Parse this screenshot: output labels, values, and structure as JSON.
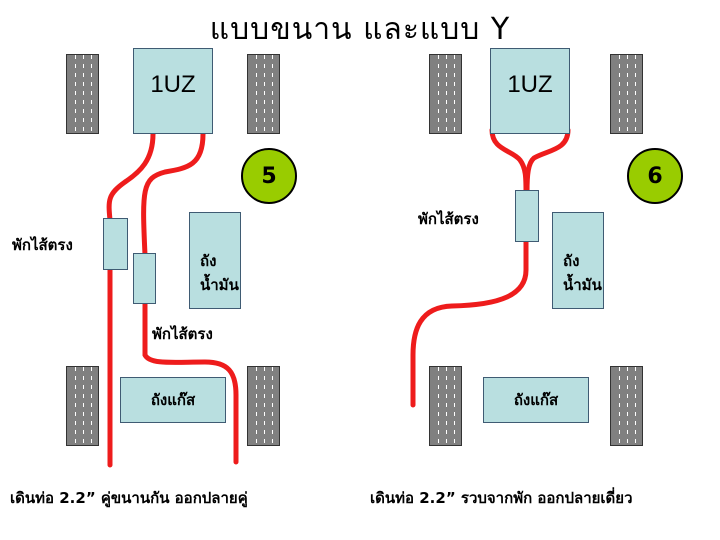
{
  "title": "แบบขนาน และแบบ Y",
  "left": {
    "engine_label": "1UZ",
    "badge": "5",
    "muffler_label_1": "พักไส้ตรง",
    "muffler_label_2": "พักไส้ตรง",
    "fuel_tank_label": "ถังน้ำมัน",
    "gas_tank_label": "ถังแก๊ส",
    "caption": "เดินท่อ 2.2” คู่ขนานกัน ออกปลายคู่"
  },
  "right": {
    "engine_label": "1UZ",
    "badge": "6",
    "muffler_label": "พักไส้ตรง",
    "fuel_tank_label": "ถังน้ำมัน",
    "gas_tank_label": "ถังแก๊ส",
    "caption": "เดินท่อ 2.2” รวบจากพัก ออกปลายเดี่ยว"
  },
  "colors": {
    "pipe": "#ee1c1c",
    "box_fill": "#b9dfe0",
    "box_border": "#3f5b73",
    "badge_fill": "#99cc00",
    "tire": "#808080"
  }
}
